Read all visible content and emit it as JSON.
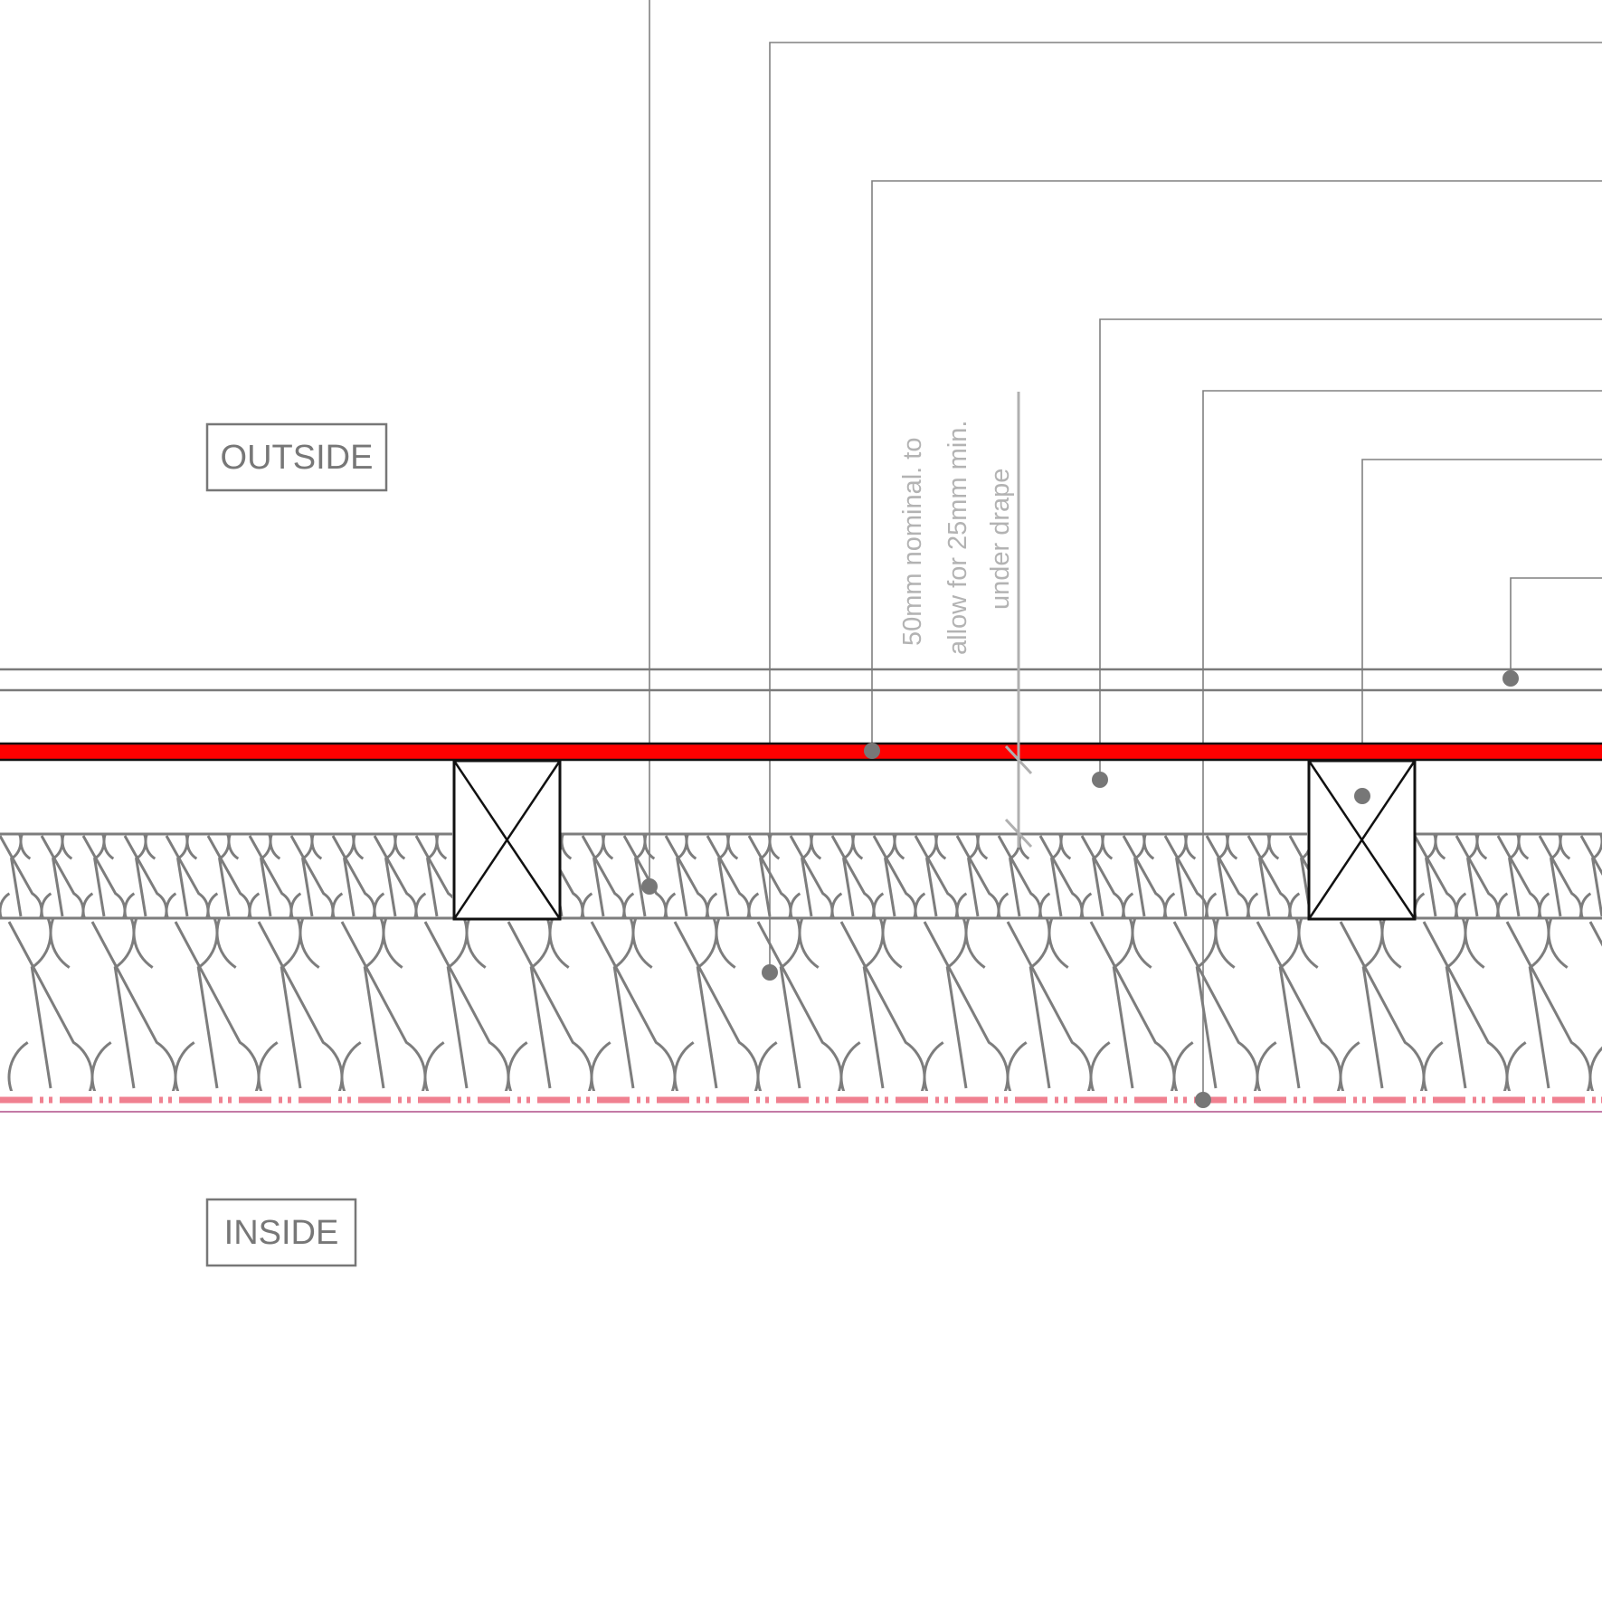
{
  "labels": {
    "outside": "OUTSIDE",
    "inside": "INSIDE"
  },
  "dimension_note": {
    "lines": [
      "50mm nominal. to",
      "allow for 25mm min.",
      "under drape"
    ]
  },
  "colors": {
    "underlay_red": "#ff0000",
    "vapour_barrier_pink": "#f08090",
    "insulation_grey": "#7d7d7d",
    "leader_grey": "#808080",
    "framing_black": "#111111"
  }
}
